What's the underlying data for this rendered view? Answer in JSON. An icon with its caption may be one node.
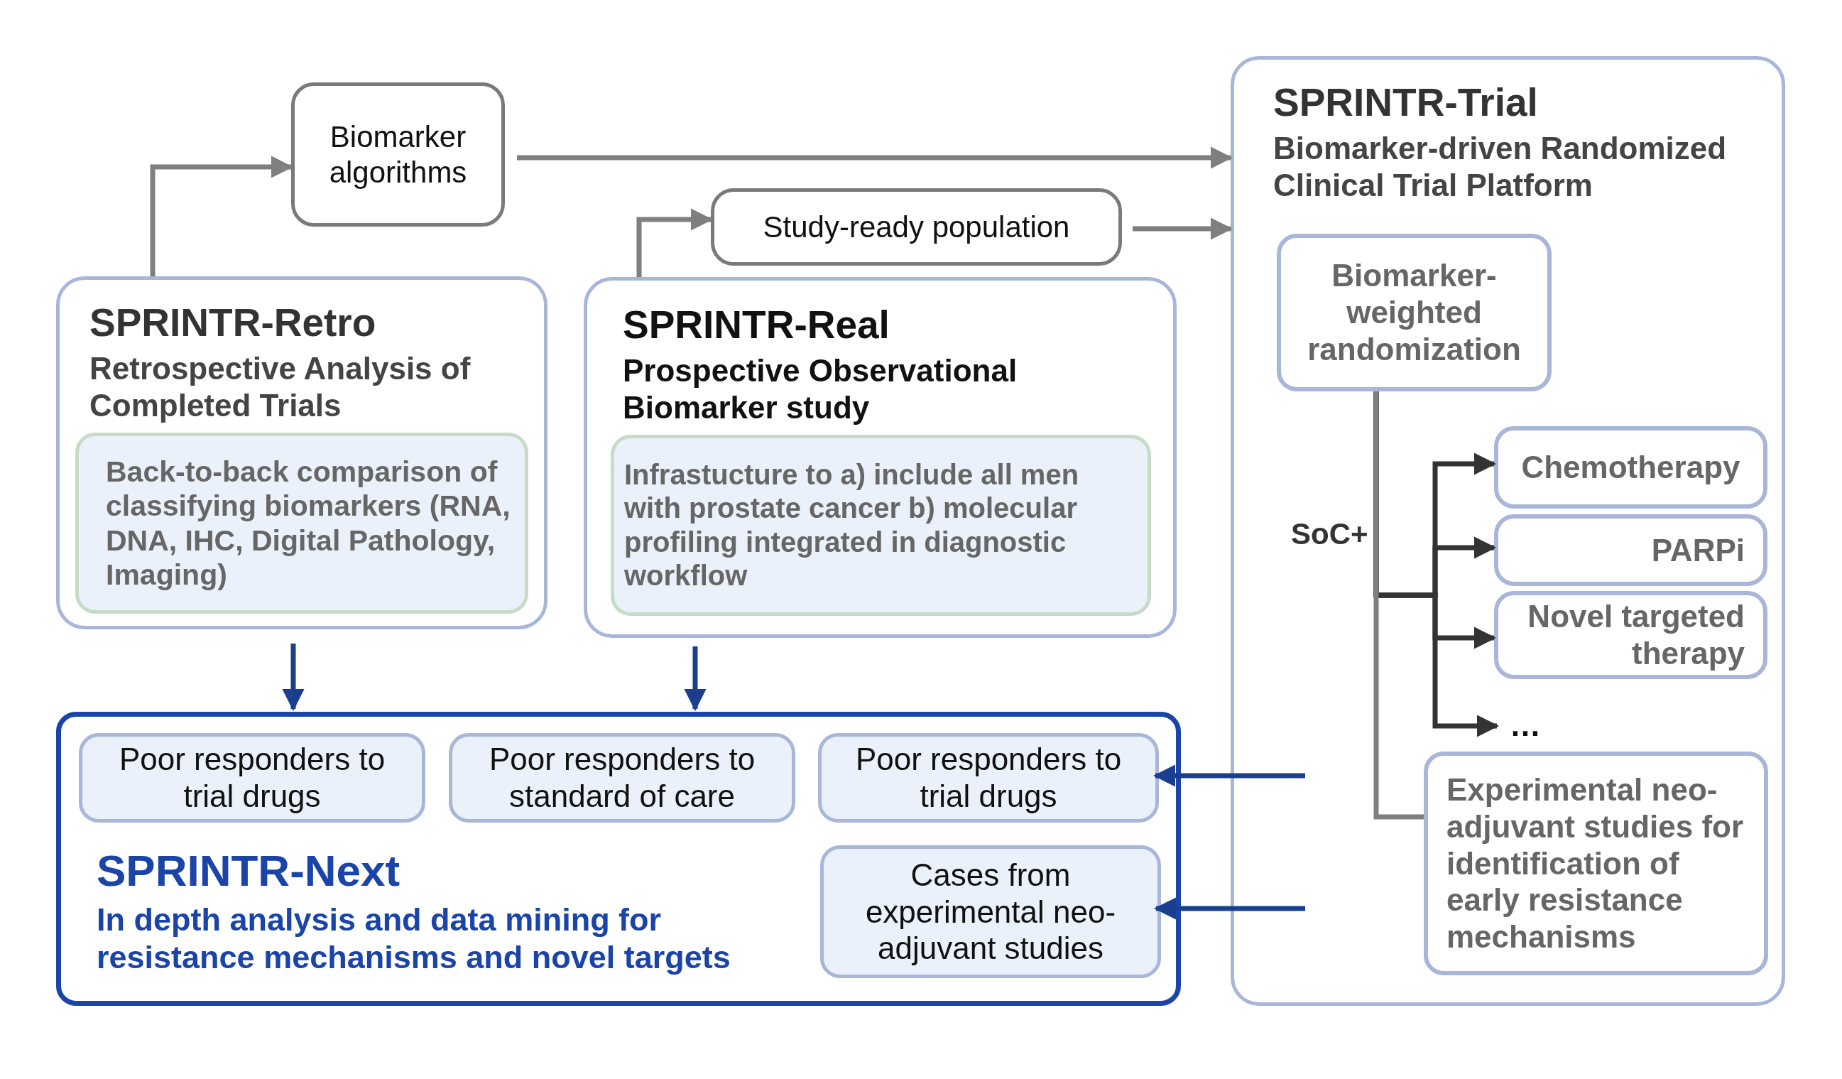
{
  "diagram": {
    "nodes": [
      {
        "text": [
          "Biomarker algorithms"
        ]
      },
      {
        "text": [
          "Study-ready population"
        ]
      },
      {
        "text": [
          "SPRINTR-Trial",
          "Biomarker-driven Randomized Clinical Trial Platform"
        ]
      },
      {
        "text": [
          "Biomarker-weighted randomization"
        ],
        "in": 2
      },
      {
        "text": [
          "Chemotherapy"
        ],
        "in": 2
      },
      {
        "text": [
          "PARPi"
        ],
        "in": 2
      },
      {
        "text": [
          "Novel targeted therapy"
        ],
        "in": 2
      },
      {
        "text": [
          "…"
        ],
        "in": 2
      },
      {
        "text": [
          "Experimental neo-adjuvant studies for identification of early resistance mechanisms"
        ],
        "in": 2
      },
      {
        "text": [
          "SPRINTR-Retro",
          "Retrospective Analysis of Completed Trials"
        ]
      },
      {
        "text": [
          "Back-to-back comparison of classifying biomarkers (RNA, DNA, IHC, Digital Pathology, Imaging)"
        ],
        "in": 9
      },
      {
        "text": [
          "SPRINTR-Real",
          "Prospective Observational Biomarker study"
        ]
      },
      {
        "text": [
          "Infrastucture to a) include all men with prostate cancer b) molecular profiling integrated in diagnostic workflow"
        ],
        "in": 11
      },
      {
        "text": [
          "SPRINTR-Next",
          "In depth analysis and data mining for resistance mechanisms and novel targets"
        ]
      },
      {
        "text": [
          "Poor responders to trial drugs"
        ],
        "in": 13
      },
      {
        "text": [
          "Poor responders to standard of care"
        ],
        "in": 13
      },
      {
        "text": [
          "Poor responders to trial drugs"
        ],
        "in": 13
      },
      {
        "text": [
          "Cases from experimental neo-adjuvant studies"
        ],
        "in": 13
      }
    ],
    "edges": [
      {
        "from": 9,
        "to": 0,
        "arrow": "to"
      },
      {
        "from": 0,
        "to": 2,
        "arrow": "to"
      },
      {
        "from": 11,
        "to": 1,
        "arrow": "to"
      },
      {
        "from": 1,
        "to": 2,
        "arrow": "to"
      },
      {
        "from": 3,
        "to": 4,
        "arrow": "to",
        "color": "#333333"
      },
      {
        "from": 3,
        "to": 5,
        "arrow": "to",
        "color": "#333333"
      },
      {
        "from": 3,
        "to": 6,
        "arrow": "to",
        "color": "#333333"
      },
      {
        "from": 3,
        "to": 7,
        "arrow": "to",
        "color": "#333333"
      },
      {
        "from": 3,
        "to": 8,
        "arrow": "none"
      },
      {
        "from": 9,
        "to": 13,
        "arrow": "to",
        "color": "#1a3f8f"
      },
      {
        "from": 11,
        "to": 13,
        "arrow": "to",
        "color": "#1a3f8f"
      },
      {
        "from": null,
        "to": 16,
        "arrow": "to",
        "color": "#1a3f8f"
      },
      {
        "from": null,
        "to": 17,
        "arrow": "to",
        "color": "#1a3f8f"
      }
    ],
    "labels": [
      "SoC+"
    ]
  }
}
